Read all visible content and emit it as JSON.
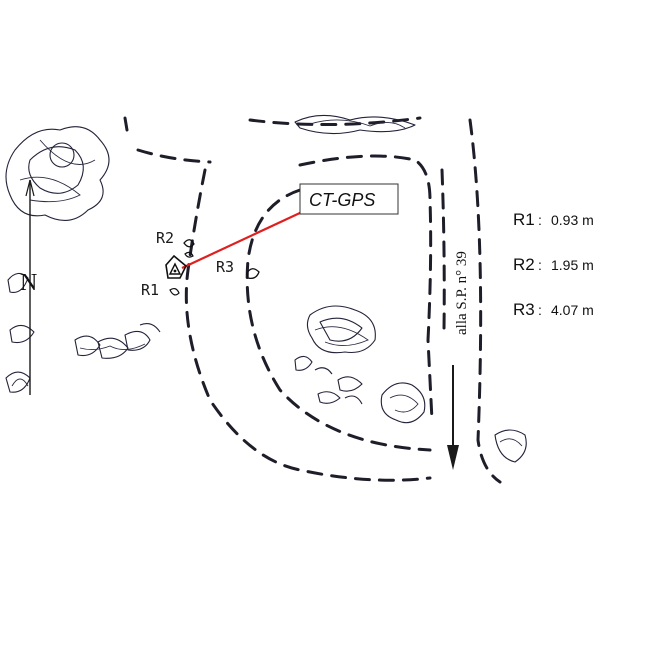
{
  "callout": {
    "label": "CT-GPS",
    "leader_color": "#e02020"
  },
  "points": [
    {
      "id": "r1",
      "label": "R1"
    },
    {
      "id": "r2",
      "label": "R2"
    },
    {
      "id": "r3",
      "label": "R3"
    }
  ],
  "north": {
    "label": "N"
  },
  "road": {
    "label": "alla S.P. n° 39"
  },
  "legend": [
    {
      "id": "r1",
      "name": "R1",
      "sep": ":",
      "value": "0.93 m"
    },
    {
      "id": "r2",
      "name": "R2",
      "sep": ":",
      "value": "1.95 m"
    },
    {
      "id": "r3",
      "name": "R3",
      "sep": ":",
      "value": "4.07 m"
    }
  ],
  "icons": {
    "north_arrow": "north-arrow-icon",
    "station": "triangle-marker-icon",
    "direction": "arrow-down-icon"
  },
  "colors": {
    "ink": "#1e1e2a",
    "leader": "#e02020",
    "background": "#ffffff"
  }
}
